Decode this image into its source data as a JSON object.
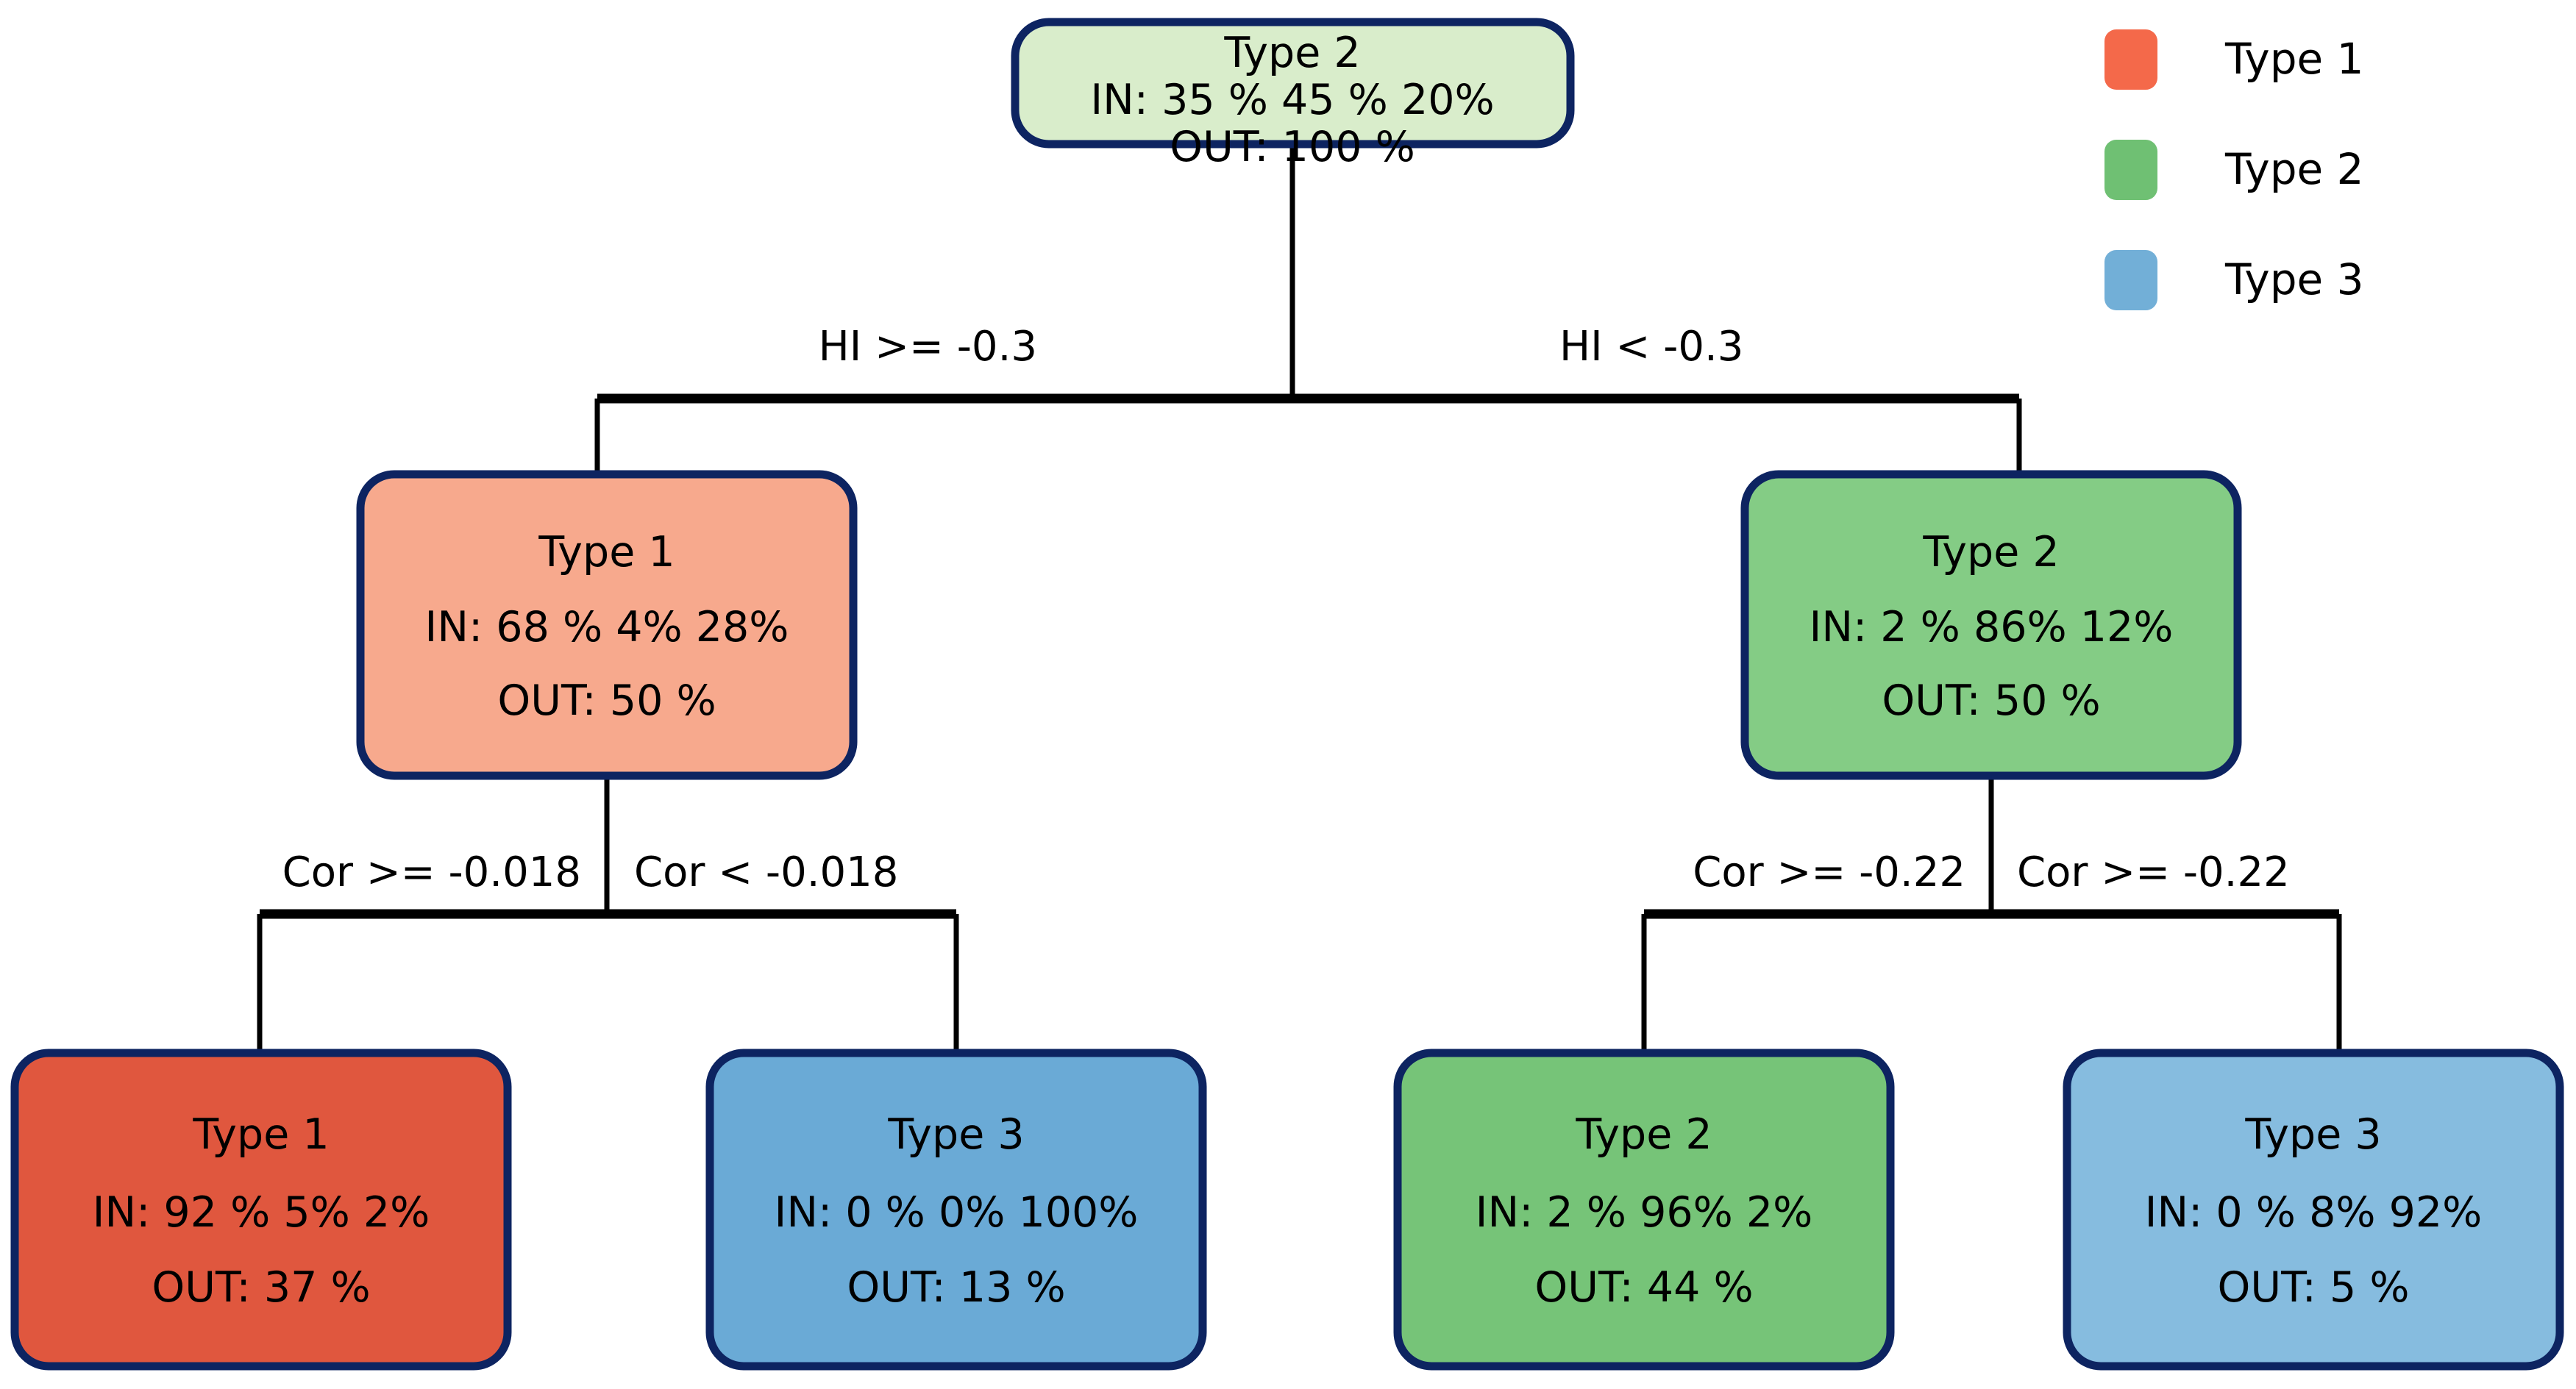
{
  "chart_data": {
    "type": "diagram",
    "subtype": "decision-tree",
    "title": "",
    "classes": [
      "Type 1",
      "Type 2",
      "Type 3"
    ],
    "class_colors": {
      "Type 1": "#F4694A",
      "Type 2": "#6FC073",
      "Type 3": "#72AFD7"
    },
    "nodes": [
      {
        "id": "root",
        "depth": 0,
        "prediction": "Type 2",
        "in_label": "IN: 35 % 45 % 20%",
        "out_label": "OUT: 100 %",
        "in_values": [
          35,
          45,
          20
        ],
        "out_value": 100,
        "fill": "#D9EDCB"
      },
      {
        "id": "n-left",
        "depth": 1,
        "prediction": "Type 1",
        "in_label": "IN: 68 % 4% 28%",
        "out_label": "OUT: 50 %",
        "in_values": [
          68,
          4,
          28
        ],
        "out_value": 50,
        "fill": "#F7A98D"
      },
      {
        "id": "n-right",
        "depth": 1,
        "prediction": "Type 2",
        "in_label": "IN: 2 % 86% 12%",
        "out_label": "OUT: 50 %",
        "in_values": [
          2,
          86,
          12
        ],
        "out_value": 50,
        "fill": "#84CC85"
      },
      {
        "id": "leaf-1",
        "depth": 2,
        "prediction": "Type 1",
        "in_label": "IN: 92 % 5% 2%",
        "out_label": "OUT: 37 %",
        "in_values": [
          92,
          5,
          2
        ],
        "out_value": 37,
        "fill": "#E0573E"
      },
      {
        "id": "leaf-2",
        "depth": 2,
        "prediction": "Type 3",
        "in_label": "IN: 0 % 0% 100%",
        "out_label": "OUT: 13 %",
        "in_values": [
          0,
          0,
          100
        ],
        "out_value": 13,
        "fill": "#6AAAD6"
      },
      {
        "id": "leaf-3",
        "depth": 2,
        "prediction": "Type 2",
        "in_label": "IN: 2 % 96% 2%",
        "out_label": "OUT: 44 %",
        "in_values": [
          2,
          96,
          2
        ],
        "out_value": 44,
        "fill": "#76C478"
      },
      {
        "id": "leaf-4",
        "depth": 2,
        "prediction": "Type 3",
        "in_label": "IN: 0 % 8% 92%",
        "out_label": "OUT: 5 %",
        "in_values": [
          0,
          8,
          92
        ],
        "out_value": 5,
        "fill": "#86BCDF"
      }
    ],
    "splits": [
      {
        "id": "split-root-left",
        "label": "HI >= -0.3",
        "variable": "HI",
        "operator": ">=",
        "threshold": -0.3,
        "from": "root",
        "to": "n-left"
      },
      {
        "id": "split-root-right",
        "label": "HI < -0.3",
        "variable": "HI",
        "operator": "<",
        "threshold": -0.3,
        "from": "root",
        "to": "n-right"
      },
      {
        "id": "split-left-left",
        "label": "Cor >= -0.018",
        "variable": "Cor",
        "operator": ">=",
        "threshold": -0.018,
        "from": "n-left",
        "to": "leaf-1"
      },
      {
        "id": "split-left-right",
        "label": "Cor < -0.018",
        "variable": "Cor",
        "operator": "<",
        "threshold": -0.018,
        "from": "n-left",
        "to": "leaf-2"
      },
      {
        "id": "split-right-left",
        "label": "Cor >= -0.22",
        "variable": "Cor",
        "operator": ">=",
        "threshold": -0.22,
        "from": "n-right",
        "to": "leaf-3"
      },
      {
        "id": "split-right-right",
        "label": "Cor >= -0.22",
        "variable": "Cor",
        "operator": ">=",
        "threshold": -0.22,
        "from": "n-right",
        "to": "leaf-4"
      }
    ],
    "legend": {
      "position": "top-right",
      "entries": [
        {
          "label": "Type 1",
          "color": "#F4694A"
        },
        {
          "label": "Type 2",
          "color": "#6FC073"
        },
        {
          "label": "Type 3",
          "color": "#72AFD7"
        }
      ]
    }
  }
}
